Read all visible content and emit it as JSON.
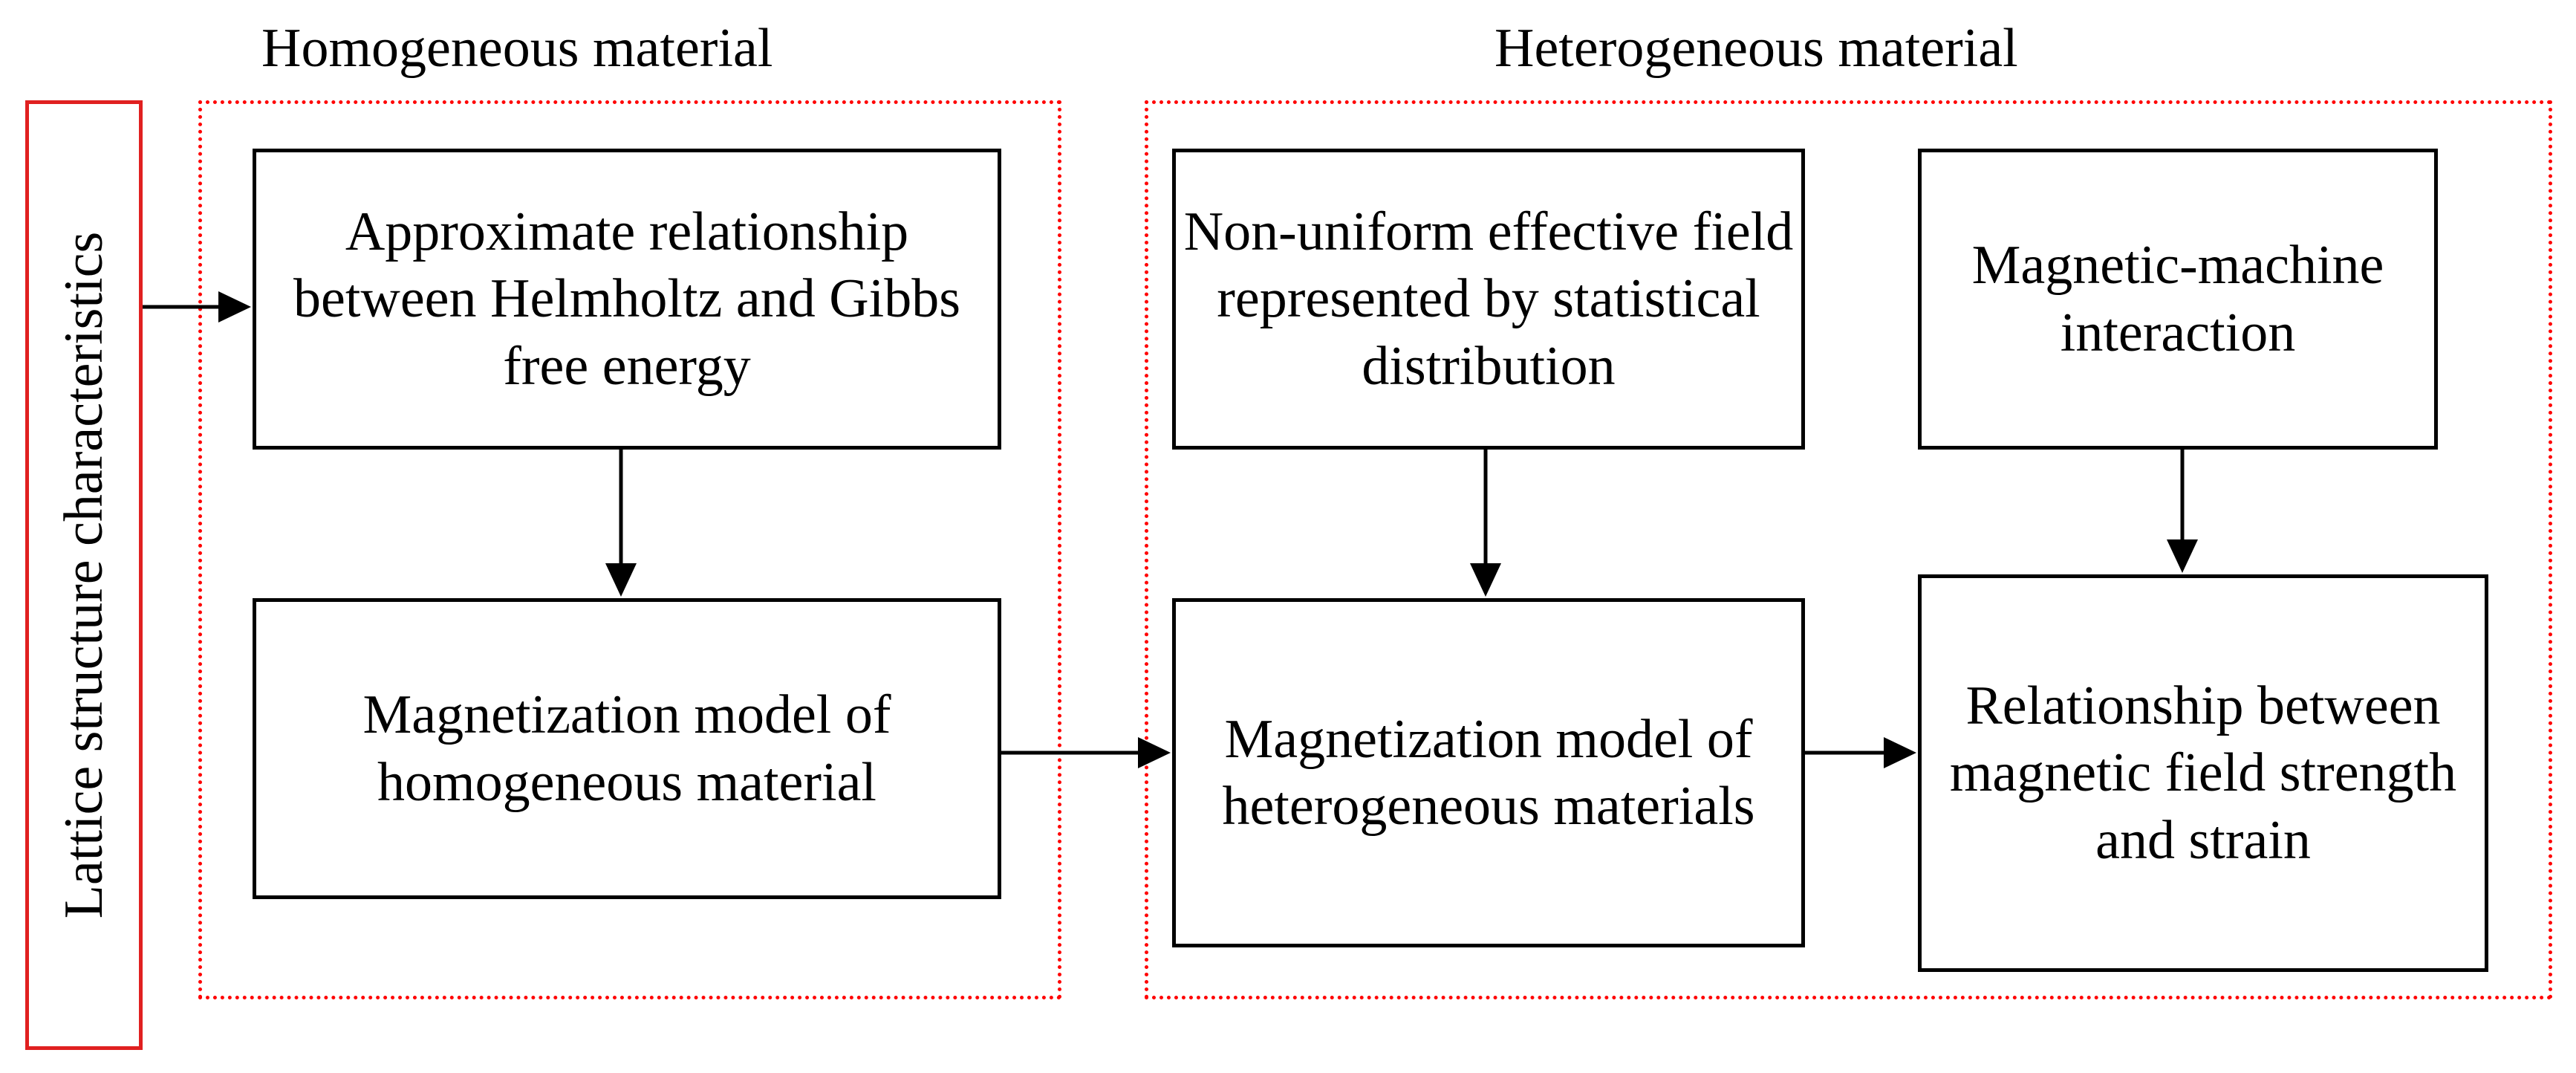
{
  "diagram": {
    "groups": {
      "homogeneous": {
        "title": "Homogeneous material"
      },
      "heterogeneous": {
        "title": "Heterogeneous material"
      }
    },
    "side_label": "Lattice structure characteristics",
    "nodes": {
      "helmholtz_gibbs": "Approximate relationship between Helmholtz and Gibbs free energy",
      "homogeneous_model": "Magnetization model of homogeneous material",
      "nonuniform_field": "Non-uniform effective field represented by statistical distribution",
      "heterogeneous_model": "Magnetization model of heterogeneous materials",
      "magnetic_machine": "Magnetic-machine interaction",
      "field_strain": "Relationship between magnetic field strength and strain"
    },
    "edges": [
      {
        "from": "side_label",
        "to": "helmholtz_gibbs"
      },
      {
        "from": "helmholtz_gibbs",
        "to": "homogeneous_model"
      },
      {
        "from": "homogeneous_model",
        "to": "heterogeneous_model"
      },
      {
        "from": "nonuniform_field",
        "to": "heterogeneous_model"
      },
      {
        "from": "heterogeneous_model",
        "to": "field_strain"
      },
      {
        "from": "magnetic_machine",
        "to": "field_strain"
      }
    ],
    "colors": {
      "group_border": "#ff0000",
      "side_border": "#e02020",
      "node_border": "#000000",
      "text": "#000000"
    }
  }
}
